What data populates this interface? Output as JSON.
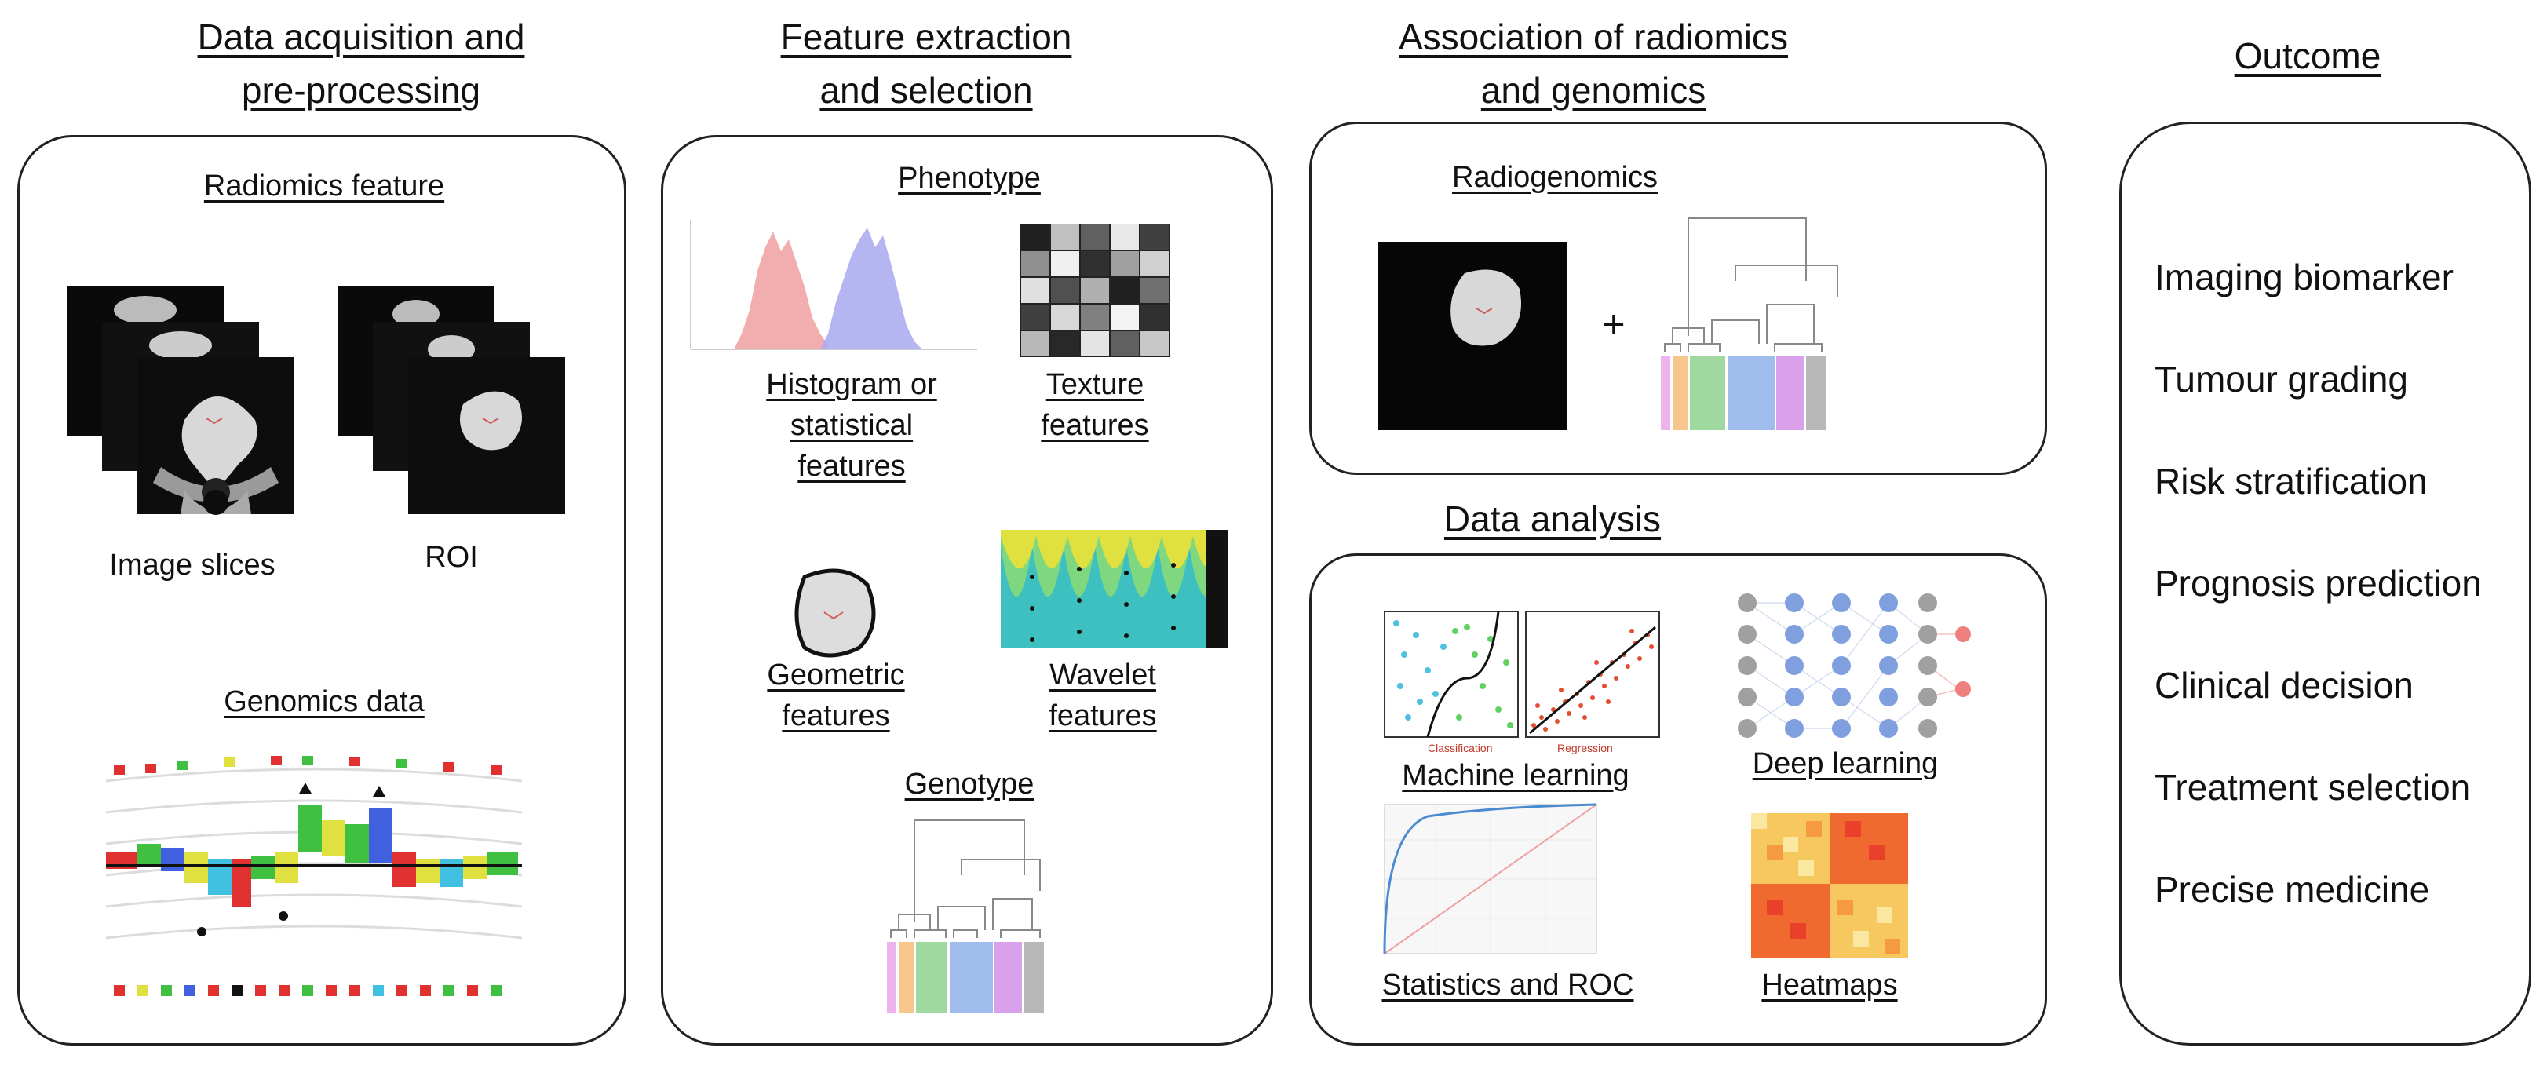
{
  "columns": {
    "acquisition": {
      "title_line1": "Data acquisition and",
      "title_line2": "pre-processing",
      "radiomics_title": "Radiomics feature",
      "image_slices_label": "Image slices",
      "roi_label": "ROI",
      "genomics_title": "Genomics data"
    },
    "extraction": {
      "title_line1": "Feature extraction",
      "title_line2": "and selection",
      "phenotype_title": "Phenotype",
      "histogram_line1": "Histogram or",
      "histogram_line2": "statistical",
      "histogram_line3": "features",
      "texture_line1": "Texture",
      "texture_line2": "features",
      "geometric_line1": "Geometric",
      "geometric_line2": "features",
      "wavelet_line1": "Wavelet",
      "wavelet_line2": "features",
      "genotype_title": "Genotype"
    },
    "association": {
      "title_line1": "Association of radiomics",
      "title_line2": "and genomics",
      "radiogenomics_title": "Radiogenomics",
      "plus_sign": "+",
      "analysis_title": "Data analysis",
      "classification_caption": "Classification",
      "regression_caption": "Regression",
      "machine_learning_label": "Machine learning",
      "deep_learning_label": "Deep learning",
      "statistics_label": "Statistics and ROC",
      "heatmaps_label": "Heatmaps"
    },
    "outcome": {
      "title": "Outcome",
      "items": [
        "Imaging biomarker",
        "Tumour grading",
        "Risk stratification",
        "Prognosis prediction",
        "Clinical decision",
        "Treatment selection",
        "Precise medicine"
      ]
    }
  },
  "colors": {
    "border": "#222222",
    "histogram_red": "#f0a0a0",
    "histogram_blue": "#a8a8f0",
    "ml_red_caption": "#c0392b",
    "nn_gray": "#a0a0a0",
    "nn_blue": "#7f9fdf",
    "nn_red": "#f08080"
  }
}
